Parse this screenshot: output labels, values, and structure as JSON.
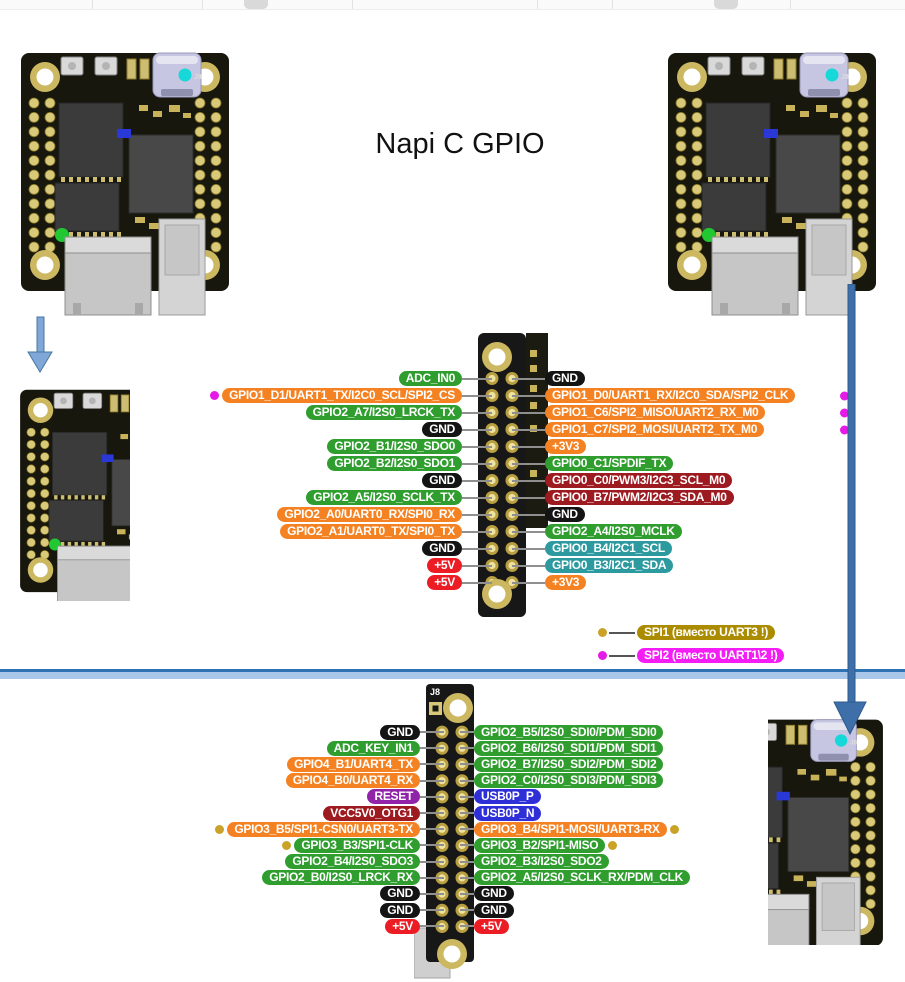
{
  "page": {
    "title": "Napi C GPIO"
  },
  "colors": {
    "green": "#2f9e2f",
    "orange": "#f58222",
    "black": "#141414",
    "red": "#ec1c24",
    "darkred": "#9c1a20",
    "purple": "#9023a8",
    "blue": "#2f2fd8",
    "teal": "#2d9aa0",
    "olive": "#ab8b00",
    "magenta": "#f51df5",
    "dot_magenta": "#e61ae6",
    "dot_gold": "#c9a227",
    "arrow_blue": "#3f6fa8",
    "separator_dark": "#2e74b5",
    "separator_light": "#a9c7e9"
  },
  "boards": {
    "silkscreen_label": "J8"
  },
  "legend": {
    "items": [
      {
        "label": "SPI1 (вместо UART3 !)",
        "color": "olive",
        "dot": "gold"
      },
      {
        "label": "SPI2 (вместо UART1\\2 !)",
        "color": "magenta",
        "dot": "magenta"
      }
    ]
  },
  "top_header": {
    "left_pins": [
      {
        "label": "ADC_IN0",
        "color": "green"
      },
      {
        "label": "GPIO1_D1/UART1_TX/I2C0_SCL/SPI2_CS",
        "color": "orange",
        "dot": "magenta"
      },
      {
        "label": "GPIO2_A7/I2S0_LRCK_TX",
        "color": "green"
      },
      {
        "label": "GND",
        "color": "black"
      },
      {
        "label": "GPIO2_B1/I2S0_SDO0",
        "color": "green"
      },
      {
        "label": "GPIO2_B2/I2S0_SDO1",
        "color": "green"
      },
      {
        "label": "GND",
        "color": "black"
      },
      {
        "label": "GPIO2_A5/I2S0_SCLK_TX",
        "color": "green"
      },
      {
        "label": "GPIO2_A0/UART0_RX/SPI0_RX",
        "color": "orange"
      },
      {
        "label": "GPIO2_A1/UART0_TX/SPI0_TX",
        "color": "orange"
      },
      {
        "label": "GND",
        "color": "black"
      },
      {
        "label": "+5V",
        "color": "red"
      },
      {
        "label": "+5V",
        "color": "red"
      }
    ],
    "right_pins": [
      {
        "label": "GND",
        "color": "black"
      },
      {
        "label": "GPIO1_D0/UART1_RX/I2C0_SDA/SPI2_CLK",
        "color": "orange",
        "dot": "magenta",
        "dot_abs": true
      },
      {
        "label": "GPIO1_C6/SPI2_MISO/UART2_RX_M0",
        "color": "orange",
        "dot": "magenta",
        "dot_abs": true
      },
      {
        "label": "GPIO1_C7/SPI2_MOSI/UART2_TX_M0",
        "color": "orange",
        "dot": "magenta",
        "dot_abs": true
      },
      {
        "label": "+3V3",
        "color": "orange"
      },
      {
        "label": "GPIO0_C1/SPDIF_TX",
        "color": "green"
      },
      {
        "label": "GPIO0_C0/PWM3/I2C3_SCL_M0",
        "color": "darkred"
      },
      {
        "label": "GPIO0_B7/PWM2/I2C3_SDA_M0",
        "color": "darkred"
      },
      {
        "label": "GND",
        "color": "black"
      },
      {
        "label": "GPIO2_A4/I2S0_MCLK",
        "color": "green"
      },
      {
        "label": "GPIO0_B4/I2C1_SCL",
        "color": "teal"
      },
      {
        "label": "GPIO0_B3/I2C1_SDA",
        "color": "teal"
      },
      {
        "label": "+3V3",
        "color": "orange"
      }
    ]
  },
  "bottom_header": {
    "connector_label": "J8",
    "left_pins": [
      {
        "label": "GND",
        "color": "black"
      },
      {
        "label": "ADC_KEY_IN1",
        "color": "green"
      },
      {
        "label": "GPIO4_B1/UART4_TX",
        "color": "orange"
      },
      {
        "label": "GPIO4_B0/UART4_RX",
        "color": "orange"
      },
      {
        "label": "RESET",
        "color": "purple"
      },
      {
        "label": "VCC5V0_OTG1",
        "color": "darkred"
      },
      {
        "label": "GPIO3_B5/SPI1-CSN0/UART3-TX",
        "color": "orange",
        "dot": "gold"
      },
      {
        "label": "GPIO3_B3/SPI1-CLK",
        "color": "green",
        "dot": "gold"
      },
      {
        "label": "GPIO2_B4/I2S0_SDO3",
        "color": "green"
      },
      {
        "label": "GPIO2_B0/I2S0_LRCK_RX",
        "color": "green"
      },
      {
        "label": "GND",
        "color": "black"
      },
      {
        "label": "GND",
        "color": "black"
      },
      {
        "label": "+5V",
        "color": "red"
      }
    ],
    "right_pins": [
      {
        "label": "GPIO2_B5/I2S0_SDI0/PDM_SDI0",
        "color": "green"
      },
      {
        "label": "GPIO2_B6/I2S0_SDI1/PDM_SDI1",
        "color": "green"
      },
      {
        "label": "GPIO2_B7/I2S0_SDI2/PDM_SDI2",
        "color": "green"
      },
      {
        "label": "GPIO2_C0/I2S0_SDI3/PDM_SDI3",
        "color": "green"
      },
      {
        "label": "USB0P_P",
        "color": "blue"
      },
      {
        "label": "USB0P_N",
        "color": "blue"
      },
      {
        "label": "GPIO3_B4/SPI1-MOSI/UART3-RX",
        "color": "orange",
        "dot": "gold"
      },
      {
        "label": "GPIO3_B2/SPI1-MISO",
        "color": "green",
        "dot": "gold"
      },
      {
        "label": "GPIO2_B3/I2S0_SDO2",
        "color": "green"
      },
      {
        "label": "GPIO2_A5/I2S0_SCLK_RX/PDM_CLK",
        "color": "green"
      },
      {
        "label": "GND",
        "color": "black"
      },
      {
        "label": "GND",
        "color": "black"
      },
      {
        "label": "+5V",
        "color": "red"
      }
    ]
  }
}
